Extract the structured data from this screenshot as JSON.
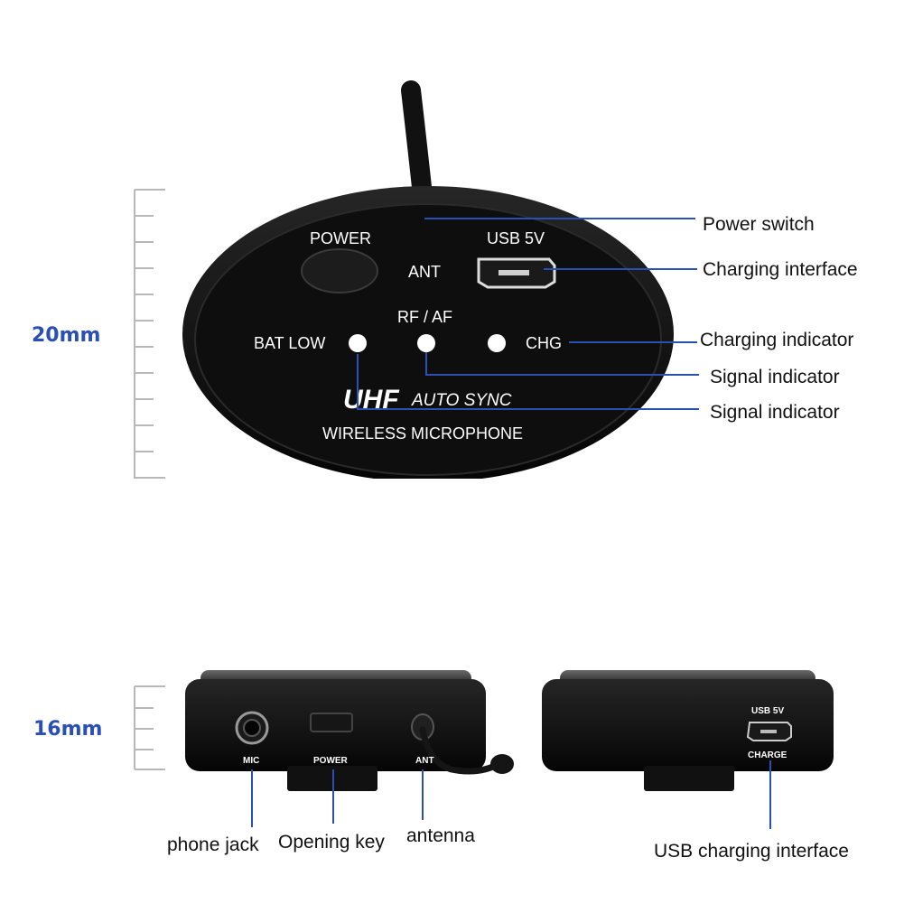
{
  "top_view": {
    "dimension_label": "20mm",
    "panel": {
      "power_label": "POWER",
      "ant_label": "ANT",
      "usb_label": "USB 5V",
      "rf_af_label": "RF / AF",
      "bat_low_label": "BAT LOW",
      "chg_label": "CHG",
      "brand_label": "UHF",
      "auto_sync_label": "AUTO SYNC",
      "product_label": "WIRELESS MICROPHONE"
    },
    "callouts": {
      "power_switch": "Power switch",
      "charging_interface": "Charging interface",
      "charging_indicator": "Charging indicator",
      "signal_indicator_1": "Signal indicator",
      "signal_indicator_2": "Signal indicator"
    }
  },
  "side_views": {
    "dimension_label": "16mm",
    "left_device": {
      "mic_label": "MIC",
      "power_label": "POWER",
      "ant_label": "ANT"
    },
    "right_device": {
      "usb_label": "USB 5V",
      "charge_label": "CHARGE"
    },
    "callouts": {
      "phone_jack": "phone jack",
      "opening_key": "Opening key",
      "antenna": "antenna",
      "usb_charging_interface": "USB charging interface"
    }
  },
  "colors": {
    "callout_line": "#2a4fb5",
    "dimension_text": "#2a4fb5",
    "device_body": "#0d0d0d",
    "ruler": "#b8b8b8"
  }
}
